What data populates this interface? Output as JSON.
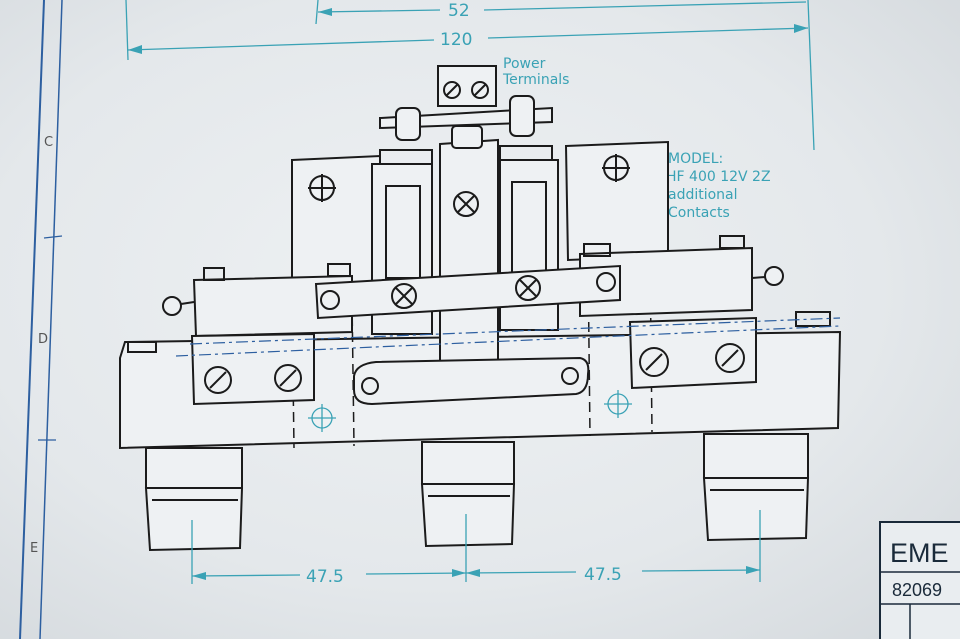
{
  "dimensions": {
    "top_small": "52",
    "top_overall": "120",
    "bottom_left": "47.5",
    "bottom_right": "47.5"
  },
  "notes": {
    "power_terminals": [
      "Power",
      "Terminals"
    ],
    "model": [
      "MODEL:",
      "HF 400  12V 2Z",
      "additional",
      "Contacts"
    ]
  },
  "zones": [
    "C",
    "D",
    "E"
  ],
  "title_block": {
    "company": "EME",
    "number": "82069"
  },
  "colors": {
    "dimension": "#3aa2b5",
    "line": "#1b1b1b",
    "paper": "#eef1f3"
  }
}
